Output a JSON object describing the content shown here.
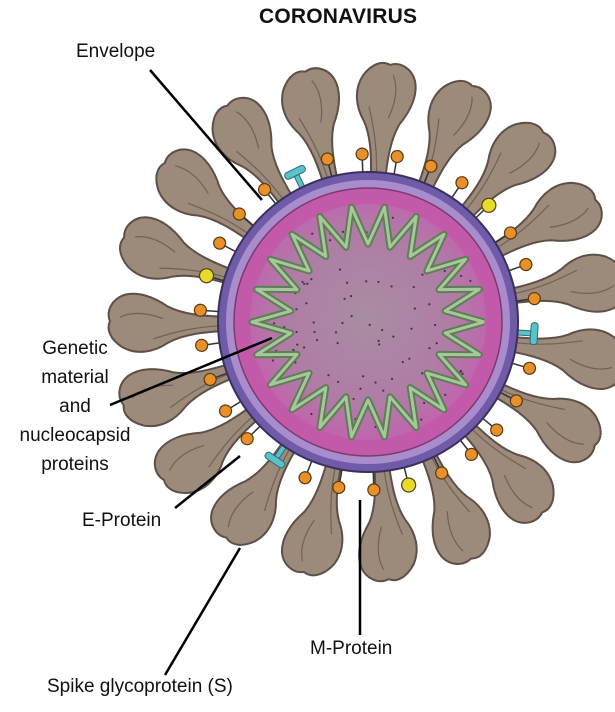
{
  "title": "CORONAVIRUS",
  "labels": {
    "envelope": "Envelope",
    "genetic_material": [
      "Genetic",
      "material",
      "and",
      "nucleocapsid",
      "proteins"
    ],
    "e_protein": "E-Protein",
    "m_protein": "M-Protein",
    "spike": "Spike glycoprotein (S)"
  },
  "colors": {
    "spike": "#9c8a7b",
    "spike_dark": "#5e5047",
    "envelope_outer": "#6f5ba8",
    "envelope_band": "#a98ccc",
    "membrane": "#c25aa9",
    "interior": "#a97c9e",
    "interior_dark": "#8c5f84",
    "rna": "#7a9a6e",
    "m_protein": "#e8902a",
    "e_protein": "#e8dc2a",
    "he_protein": "#5cc0c8"
  }
}
